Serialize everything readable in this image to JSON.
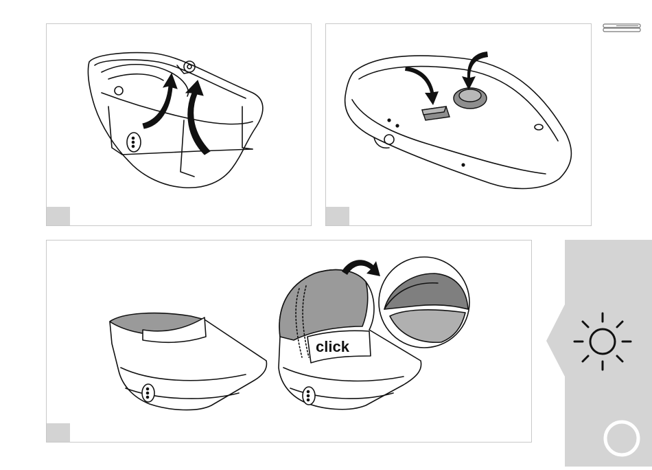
{
  "panels": [
    {
      "id": "step-1",
      "image": "carrycot-lift-frame-illustration"
    },
    {
      "id": "step-2",
      "image": "carrycot-attach-clips-illustration"
    },
    {
      "id": "step-3",
      "image": "carrycot-hood-raise-illustration",
      "callout": "click"
    }
  ],
  "icons": {
    "sun": "sun-icon",
    "tab_marker": "rail-icon"
  },
  "colors": {
    "panel_border": "#c8c8c8",
    "step_box": "#d3d3d3",
    "side_tab": "#d4d4d4",
    "line": "#111111",
    "shade": "#9a9a9a"
  }
}
